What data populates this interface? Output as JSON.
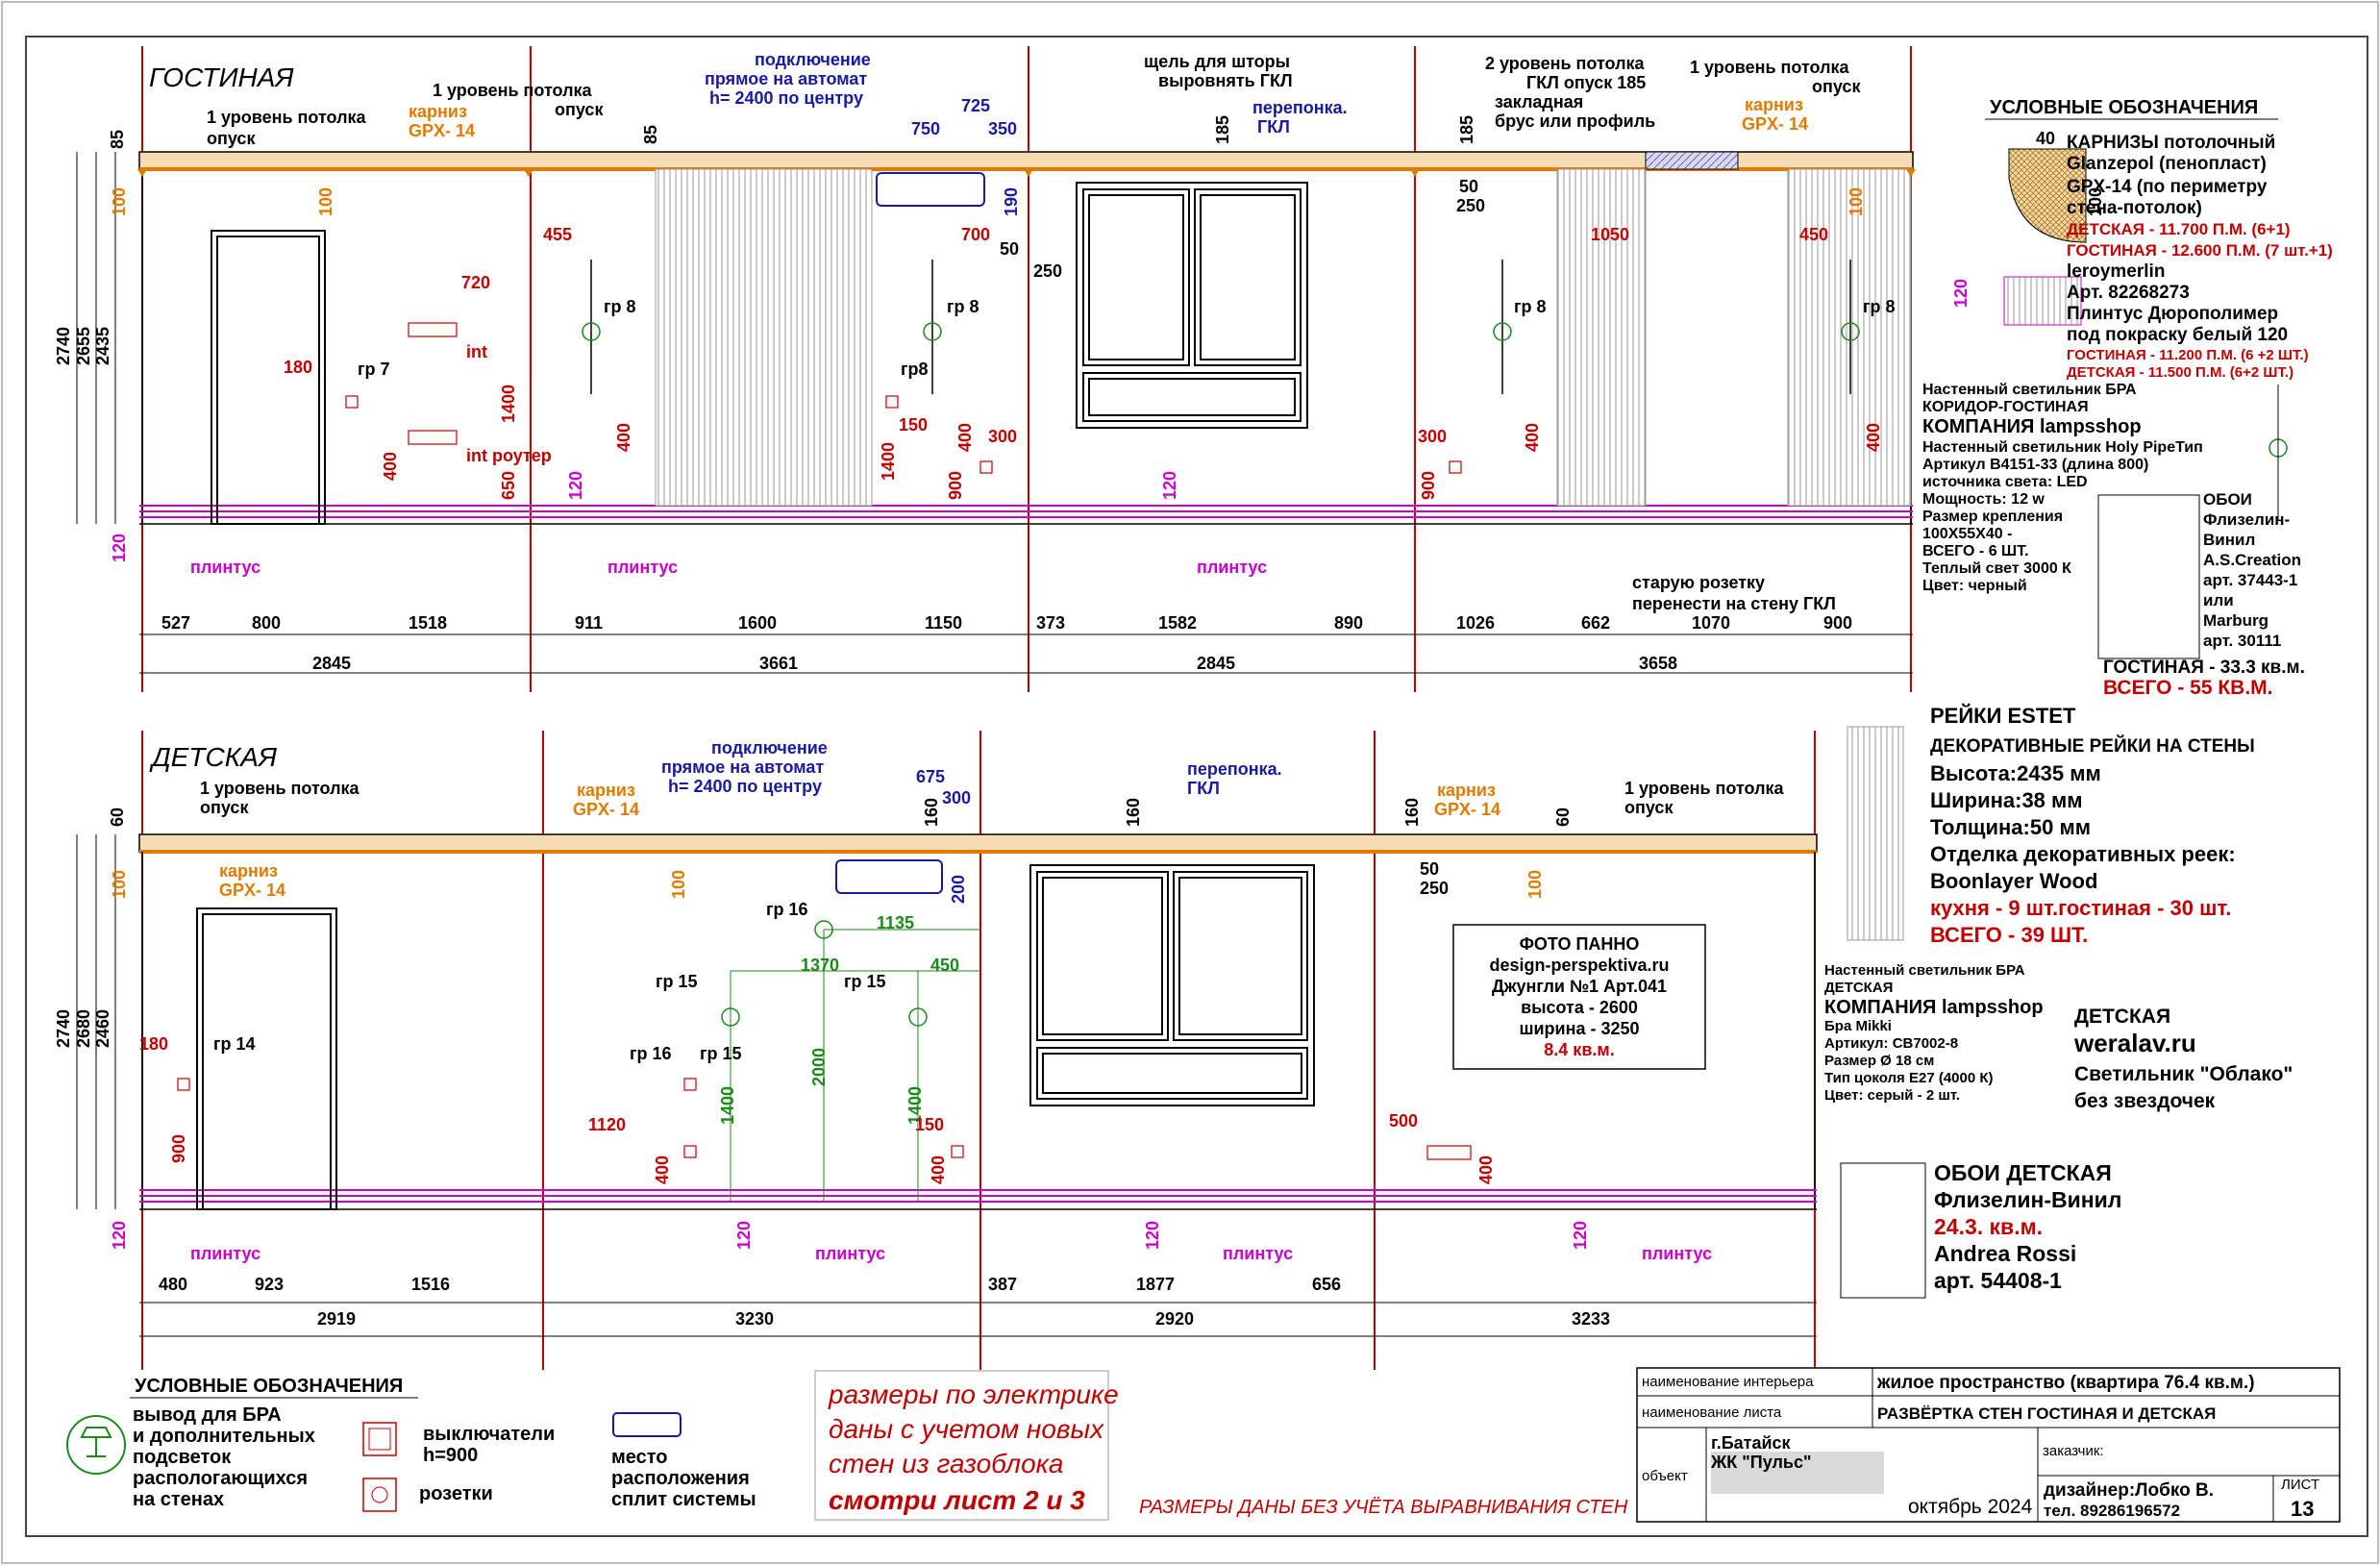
{
  "living": {
    "title": "ГОСТИНАЯ",
    "dims_bottom": [
      "527",
      "800",
      "1518",
      "911",
      "1600",
      "1150",
      "373",
      "1582",
      "890",
      "1026",
      "662",
      "1070",
      "900"
    ],
    "dims_total": [
      "2845",
      "3661",
      "2845",
      "3658"
    ],
    "heights": [
      "2740",
      "2655",
      "2435",
      "85"
    ],
    "cornice_dim": "100",
    "plinth_dim": "120",
    "plinth_label": "плинтус",
    "ceiling_note_left": [
      "1 уровень потолка",
      "опуск"
    ],
    "ceiling_note_mid": [
      "1 уровень потолка",
      "опуск"
    ],
    "curtain_note": [
      "щель для шторы",
      "выровнять ГКЛ"
    ],
    "gkl_note": [
      "2 уровень потолка",
      "ГКЛ опуск 185",
      "закладная",
      "брус или профиль"
    ],
    "ceiling_note_right": [
      "1 уровень потолка",
      "опуск"
    ],
    "socket_note": [
      "старую розетку",
      "перенести на стену ГКЛ"
    ],
    "cornice_label": [
      "карниз",
      "GPX- 14"
    ],
    "split_note": [
      "подключение",
      "прямое на автомат",
      "h= 2400 по центру"
    ],
    "partition_note": [
      "перепонка.",
      "ГКЛ"
    ],
    "split_dims": [
      "750",
      "725",
      "350",
      "190"
    ],
    "misc": [
      "185",
      "50",
      "250",
      "85"
    ],
    "electric": [
      "455",
      "720",
      "180",
      "700",
      "1050",
      "450",
      "150",
      "300",
      "300",
      "1400",
      "650",
      "400",
      "900"
    ],
    "labels": [
      "гр 7",
      "гр 8",
      "гр8",
      "int",
      "int роутер"
    ]
  },
  "kids": {
    "title": "ДЕТСКАЯ",
    "dims_bottom": [
      "480",
      "923",
      "1516",
      "387",
      "1877",
      "656"
    ],
    "dims_total": [
      "2919",
      "3230",
      "2920",
      "3233"
    ],
    "heights": [
      "2740",
      "2680",
      "2460",
      "60"
    ],
    "cornice_dim": "100",
    "plinth_dim": "120",
    "plinth_label": "плинтус",
    "ceiling_note": [
      "1 уровень потолка",
      "опуск"
    ],
    "cornice_label": [
      "карниз",
      "GPX- 14"
    ],
    "split_note": [
      "подключение",
      "прямое на автомат",
      "h= 2400 по центру"
    ],
    "partition_note": [
      "перепонка.",
      "ГКЛ"
    ],
    "split_dims": [
      "675",
      "300",
      "200"
    ],
    "misc": [
      "160",
      "50",
      "250"
    ],
    "green": [
      "1135",
      "1370",
      "450",
      "2000",
      "1400"
    ],
    "electric": [
      "180",
      "1120",
      "150",
      "500",
      "900",
      "400"
    ],
    "labels": [
      "гр 14",
      "гр 16",
      "гр 15"
    ],
    "photo": [
      "ФОТО ПАННО",
      "design-perspektiva.ru",
      "Джунгли №1 Арт.041",
      "высота - 2600",
      "ширина - 3250",
      "8.4 кв.м."
    ]
  },
  "right": {
    "legend_title": "УСЛОВНЫЕ ОБОЗНАЧЕНИЯ",
    "cornice_dims": [
      "40",
      "100"
    ],
    "plinth_dim": "120",
    "cornice_spec": [
      "КАРНИЗЫ потолочный",
      "Glanzepol (пенопласт)",
      "GPX-14  (по периметру",
      "стена-потолок)",
      "ДЕТСКАЯ - 11.700 П.М. (6+1)",
      "ГОСТИНАЯ - 12.600 П.М. (7 шт.+1)",
      "leroymerlin",
      "Арт. 82268273",
      "Плинтус  Дюрополимер",
      "под покраску белый 120",
      "ГОСТИНАЯ - 11.200 П.М. (6 +2 ШТ.)",
      "ДЕТСКАЯ - 11.500 П.М. (6+2 ШТ.)"
    ],
    "lamp_spec": [
      "Настенный светильник БРА",
      "КОРИДОР-ГОСТИНАЯ",
      "КОМПАНИЯ lampsshop",
      "Настенный светильник  Holy PipeТип",
      "Артикул B4151-33 (длина 800)",
      "источника света: LED",
      "Мощность: 12 w",
      "Размер крепления",
      "100X55X40 -",
      "ВСЕГО - 6 ШТ.",
      "Теплый свет 3000 К",
      "Цвет: черный"
    ],
    "wallpaper": [
      "ОБОИ",
      "Флизелин-",
      "Винил",
      "A.S.Creation",
      "арт. 37443-1",
      "или",
      "Marburg",
      "арт. 30111",
      "ГОСТИНАЯ - 33.3 кв.м.",
      "ВСЕГО - 55 КВ.М."
    ],
    "slats": [
      "РЕЙКИ ESTET",
      "ДЕКОРАТИВНЫЕ РЕЙКИ НА СТЕНЫ",
      "Высота:2435 мм",
      "Ширина:38 мм",
      "Толщина:50 мм",
      "Отделка декоративных реек:",
      "Boonlayer Wood",
      "кухня - 9 шт.гостиная - 30 шт.",
      "ВСЕГО - 39 ШТ."
    ],
    "kids_lamp": [
      "Настенный светильник БРА",
      "ДЕТСКАЯ",
      "КОМПАНИЯ lampsshop",
      "Бра Mikki",
      "Артикул: CB7002-8",
      "Размер Ø 18 см",
      "Тип цоколя E27 (4000 К)",
      "Цвет: серый    - 2 шт."
    ],
    "cloud": [
      "ДЕТСКАЯ",
      "weralav.ru",
      "Светильник \"Облако\"",
      "без звездочек"
    ],
    "kids_wallpaper": [
      "ОБОИ ДЕТСКАЯ",
      "Флизелин-Винил",
      "24.3. кв.м.",
      "Andrea Rossi",
      "арт. 54408-1"
    ]
  },
  "legend": {
    "title": "УСЛОВНЫЕ ОБОЗНАЧЕНИЯ",
    "sconce": [
      "вывод для БРА",
      "и дополнительных",
      "подсветок",
      "распологающихся",
      "на стенах"
    ],
    "switch": [
      "выключатели",
      "h=900"
    ],
    "socket": "розетки",
    "split": [
      "место",
      "расположения",
      "сплит системы"
    ],
    "electric_note": [
      "размеры по электрике",
      "даны с учетом новых",
      "стен из газоблока",
      "смотри лист 2 и 3"
    ],
    "walls_note": "РАЗМЕРЫ ДАНЫ БЕЗ УЧЁТА ВЫРАВНИВАНИЯ СТЕН"
  },
  "title_block": {
    "interior_label": "наименование интерьера",
    "interior_value": "жилое пространство (квартира 76.4 кв.м.)",
    "sheet_name_label": "наименование листа",
    "sheet_name_value": "РАЗВЁРТКА СТЕН ГОСТИНАЯ И ДЕТСКАЯ",
    "object_label": "объект",
    "object_value": [
      "г.Батайск",
      "ЖК \"Пульс\""
    ],
    "date": "октябрь 2024",
    "client_label": "заказчик:",
    "designer": "дизайнер:Лобко В.",
    "phone": "тел. 89286196572",
    "sheet_label": "ЛИСТ",
    "sheet_number": "13"
  }
}
